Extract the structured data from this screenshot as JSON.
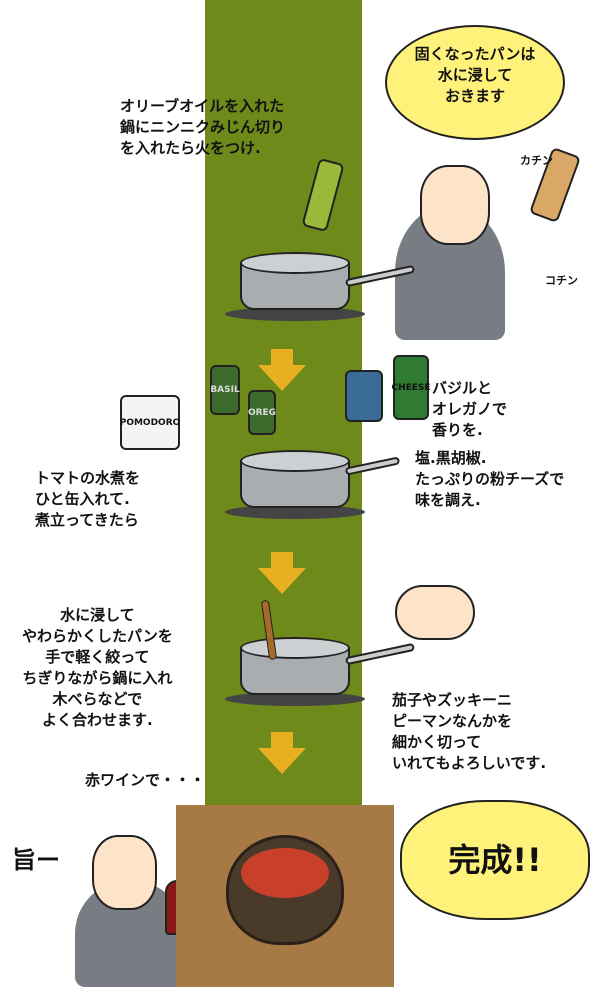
{
  "steps": {
    "step1": "オリーブオイルを入れた\n鍋にニンニクみじん切り\nを入れたら火をつけ.",
    "bread_bubble": "固くなったパンは\n水に浸して\nおきます",
    "sfx1": "カチン",
    "sfx2": "コチン",
    "step2_tomato": "トマトの水煮を\nひと缶入れて.\n煮立ってきたら",
    "step2_herbs": "バジルと\nオレガノで\n香りを.",
    "step2_season": "塩.黒胡椒.\nたっぷりの粉チーズで\n味を調え.",
    "step3": "水に浸して\nやわらかくしたパンを\n手で軽く絞って\nちぎりながら鍋に入れ\n木べらなどで\nよく合わせます.",
    "step3_tip": "茄子やズッキーニ\nピーマンなんかを\n細かく切って\nいれてもよろしいです.",
    "wine": "赤ワインで・・・",
    "yum": "旨ー",
    "done": "完成!!"
  },
  "labels": {
    "tomato_can": "POMODORO",
    "basil": "BASIL",
    "oregano": "OREG",
    "cheese": "CHEESE"
  },
  "colors": {
    "stripe": "#6e8a1a",
    "arrow": "#e8b020",
    "bubble": "#fff27a"
  }
}
